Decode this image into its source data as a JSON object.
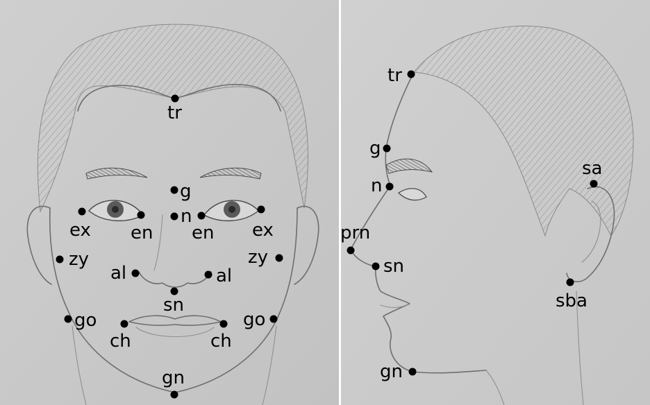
{
  "colors": {
    "paper": "#c8c8c8",
    "line": "#6e6e6e",
    "marker": "#000000",
    "divider": "#ffffff"
  },
  "frontal_view": {
    "landmarks": [
      {
        "id": "tr",
        "label": "tr"
      },
      {
        "id": "g",
        "label": "g"
      },
      {
        "id": "n",
        "label": "n"
      },
      {
        "id": "ex-right",
        "label": "ex"
      },
      {
        "id": "en-right",
        "label": "en"
      },
      {
        "id": "en-left",
        "label": "en"
      },
      {
        "id": "ex-left",
        "label": "ex"
      },
      {
        "id": "zy-right",
        "label": "zy"
      },
      {
        "id": "zy-left",
        "label": "zy"
      },
      {
        "id": "al-right",
        "label": "al"
      },
      {
        "id": "al-left",
        "label": "al"
      },
      {
        "id": "sn",
        "label": "sn"
      },
      {
        "id": "go-right",
        "label": "go"
      },
      {
        "id": "go-left",
        "label": "go"
      },
      {
        "id": "ch-right",
        "label": "ch"
      },
      {
        "id": "ch-left",
        "label": "ch"
      },
      {
        "id": "gn",
        "label": "gn"
      }
    ]
  },
  "profile_view": {
    "landmarks": [
      {
        "id": "tr",
        "label": "tr"
      },
      {
        "id": "g",
        "label": "g"
      },
      {
        "id": "n",
        "label": "n"
      },
      {
        "id": "prn",
        "label": "prn"
      },
      {
        "id": "sn",
        "label": "sn"
      },
      {
        "id": "gn",
        "label": "gn"
      },
      {
        "id": "sa",
        "label": "sa"
      },
      {
        "id": "sba",
        "label": "sba"
      }
    ]
  }
}
